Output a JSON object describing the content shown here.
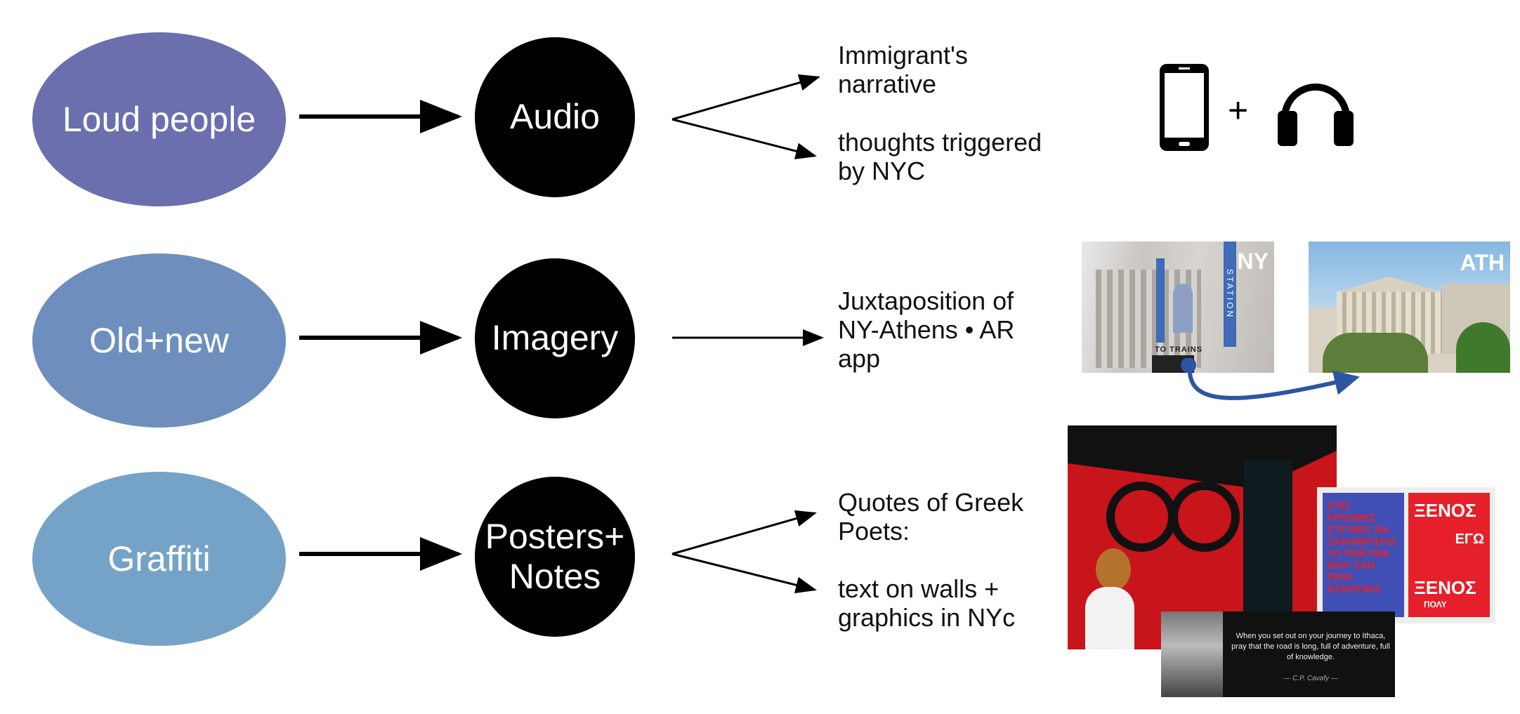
{
  "rows": [
    {
      "source": "Loud people",
      "medium": "Audio",
      "outputs": [
        "Immigrant's narrative",
        "thoughts triggered by NYC"
      ]
    },
    {
      "source": "Old+new",
      "medium": "Imagery",
      "outputs": [
        "Juxtaposition of NY-Athens • AR app"
      ]
    },
    {
      "source": "Graffiti",
      "medium": "Posters+ Notes",
      "outputs": [
        "Quotes of Greek Poets:",
        "text on walls + graphics in NYc"
      ]
    }
  ],
  "audio_devices": {
    "plus": "+"
  },
  "imagery": {
    "left_label": "NY",
    "right_label": "ATH",
    "station_banner": "STATION",
    "entrance_sign": "TO TRAINS"
  },
  "posters": {
    "blue_poster": "ΣΤΕΙ ΚΡΙΣΙΜΕΣ ΣΤΙΓΜΕΣ ΘΑ ΞΑΝΑΒΡΙΣΚΩ ΤΟ ΠΝΕΥΜΑ ΜΟΥ ΣΑΝ ΠΡΙΝ ΑΣΚΗΤΙΚΟ",
    "red_poster_top": "ΞΕΝΟΣ",
    "red_poster_mid": "ΕΓΩ",
    "red_poster_bottom": "ΞΕΝΟΣ",
    "red_poster_small": "ΠΟΛΥ",
    "quote": "When you set out on your journey to Ithaca, pray that the road is long, full of adventure, full of knowledge.",
    "quote_author": "— C.P. Cavafy —"
  },
  "colors": {
    "ellipse1": "#6b6fae",
    "ellipse2": "#6e8fbd",
    "ellipse3": "#75a3c8",
    "arrow_blue": "#2c56a0"
  }
}
